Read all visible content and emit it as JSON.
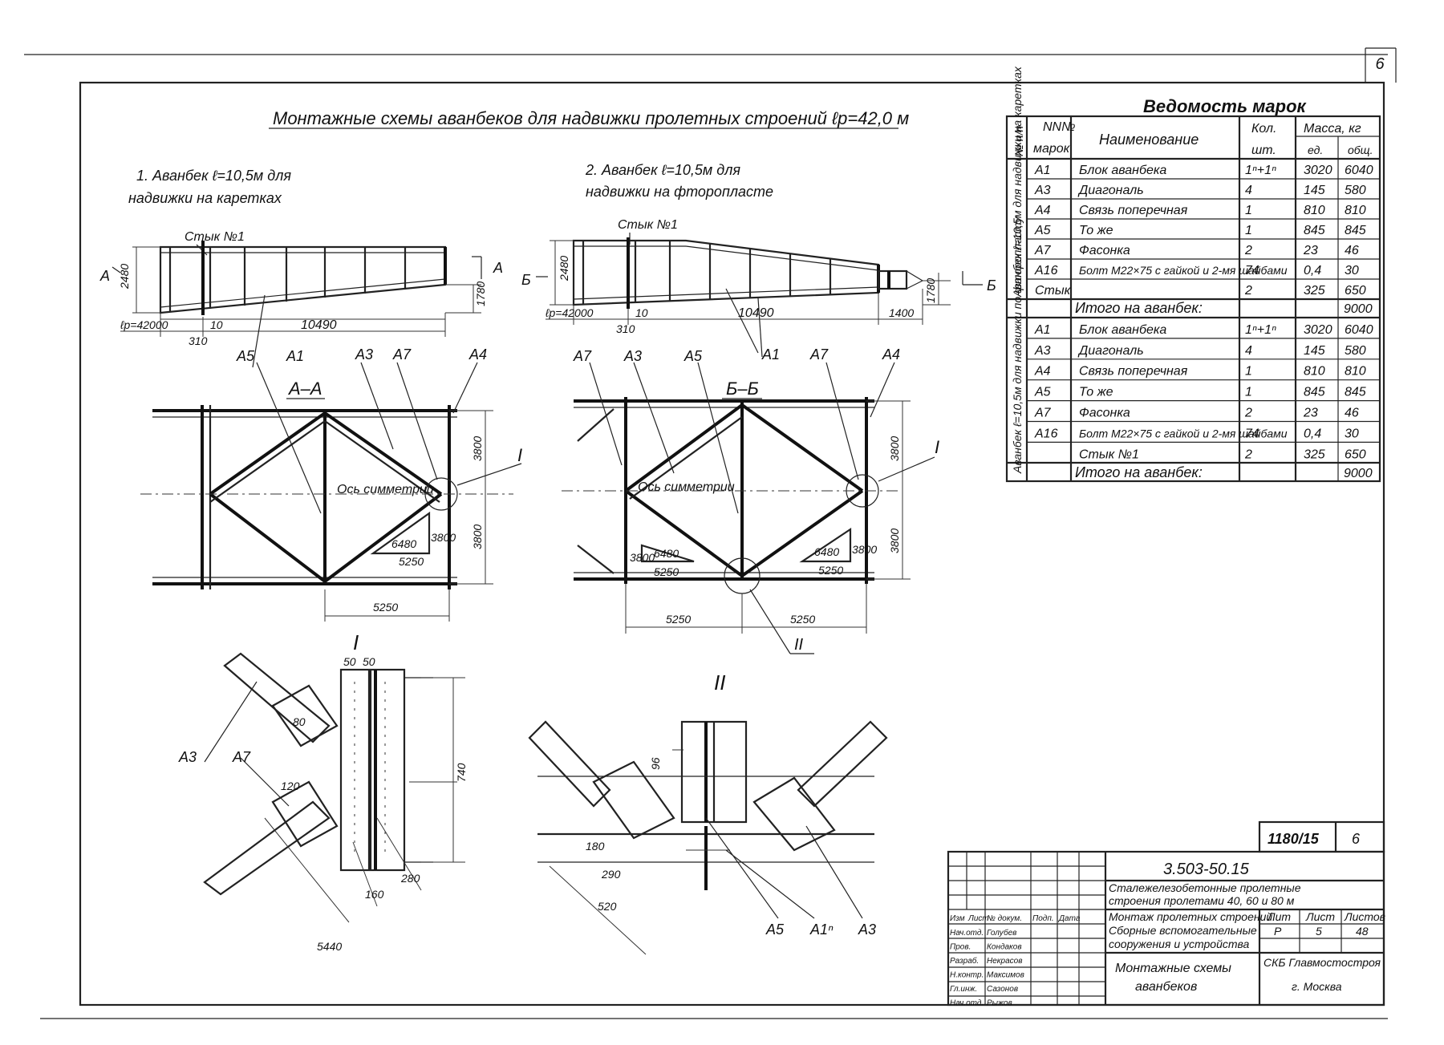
{
  "sheet": {
    "page_number": "6",
    "title": "Монтажные схемы аванбеков для надвижки пролетных строений  ℓp=42,0 м"
  },
  "schemes": {
    "scheme1_title_l1": "1. Аванбек  ℓ=10,5м  для",
    "scheme1_title_l2": "надвижки на каретках",
    "scheme2_title_l1": "2. Аванбек  ℓ=10,5м  для",
    "scheme2_title_l2": "надвижки на фторопласте",
    "joint_label1": "Стык №1",
    "joint_label2": "Стык №1",
    "section_aa": "А–А",
    "section_bb": "Б–Б",
    "axis_label1": "Ось симметрии",
    "axis_label2": "Ось симметрии",
    "detail_I": "I",
    "detail_II": "II"
  },
  "dims": {
    "h2480a": "2480",
    "h2480b": "2480",
    "h1780": "1780",
    "lp1": "ℓp=42000",
    "lp2": "ℓp=42000",
    "d10a": "10",
    "d10b": "10",
    "d310a": "310",
    "d310b": "310",
    "d10490a": "10490",
    "d10490b": "10490",
    "d1400": "1400",
    "d3800a": "3800",
    "d3800b": "3800",
    "d3800c": "3800",
    "d3800d": "3800",
    "d5250a": "5250",
    "d5250b": "5250",
    "d5250c": "5250",
    "tri6480a": "6480",
    "tri3800a": "3800",
    "tri5250a": "5250",
    "tri6480b": "6480",
    "tri3800b": "3800",
    "tri5250b": "5250",
    "tri6480c": "6480",
    "tri3800c": "3800",
    "tri5250c": "5250",
    "det50a": "50",
    "det50b": "50",
    "det740": "740",
    "det120": "120",
    "det80": "80",
    "det160": "160",
    "det280": "280",
    "det5440": "5440",
    "det96": "96",
    "det180": "180",
    "det290": "290",
    "det520": "520"
  },
  "callouts": {
    "A5a": "A5",
    "A1a": "A1",
    "A3a": "A3",
    "A7a": "A7",
    "A4a": "A4",
    "A7b": "A7",
    "A3b": "A3",
    "A5b": "A5",
    "A1b": "A1",
    "A7c": "A7",
    "A4b": "A4",
    "A3c": "A3",
    "A7d": "A7",
    "A5c": "A5",
    "A14": "A1ⁿ",
    "A3d": "A3",
    "secA1": "А",
    "secA2": "А",
    "secB1": "Б",
    "secB2": "Б",
    "I1": "I",
    "I2": "I",
    "II1": "II"
  },
  "marks_table": {
    "title": "Ведомость марок",
    "headers": {
      "num_l1": "NN№",
      "num_l2": "марок",
      "name": "Наименование",
      "qty_l1": "Кол.",
      "qty_l2": "шт.",
      "mass": "Масса, кг",
      "mass_one": "ед.",
      "mass_total": "общ."
    },
    "side_header": "№ п/п",
    "group1_label": "Аванбек ℓ=10,5м для надвижки на каретках",
    "group2_label": "Аванбек ℓ=10,5м для надвижки по фторопласту",
    "group1_rows": [
      {
        "mark": "A1",
        "name": "Блок аванбека",
        "qty": "1ⁿ+1ⁿ",
        "one": "3020",
        "total": "6040"
      },
      {
        "mark": "A3",
        "name": "Диагональ",
        "qty": "4",
        "one": "145",
        "total": "580"
      },
      {
        "mark": "A4",
        "name": "Связь поперечная",
        "qty": "1",
        "one": "810",
        "total": "810"
      },
      {
        "mark": "A5",
        "name": "То же",
        "qty": "1",
        "one": "845",
        "total": "845"
      },
      {
        "mark": "A7",
        "name": "Фасонка",
        "qty": "2",
        "one": "23",
        "total": "46"
      },
      {
        "mark": "A16",
        "name": "Болт М22×75 с гайкой и 2-мя шайбами",
        "qty": "74",
        "one": "0,4",
        "total": "30"
      },
      {
        "mark": "Стык",
        "name": "",
        "qty": "2",
        "one": "325",
        "total": "650"
      }
    ],
    "group1_total": "Итого на аванбек:",
    "group1_total_val": "9000",
    "group2_rows": [
      {
        "mark": "A1",
        "name": "Блок аванбека",
        "qty": "1ⁿ+1ⁿ",
        "one": "3020",
        "total": "6040"
      },
      {
        "mark": "A3",
        "name": "Диагональ",
        "qty": "4",
        "one": "145",
        "total": "580"
      },
      {
        "mark": "A4",
        "name": "Связь поперечная",
        "qty": "1",
        "one": "810",
        "total": "810"
      },
      {
        "mark": "A5",
        "name": "То же",
        "qty": "1",
        "one": "845",
        "total": "845"
      },
      {
        "mark": "A7",
        "name": "Фасонка",
        "qty": "2",
        "one": "23",
        "total": "46"
      },
      {
        "mark": "A16",
        "name": "Болт М22×75 с гайкой и 2-мя шайбами",
        "qty": "74",
        "one": "0,4",
        "total": "30"
      },
      {
        "mark": "",
        "name": "Стык №1",
        "qty": "2",
        "one": "325",
        "total": "650"
      }
    ],
    "group2_total": "Итого на аванбек:",
    "group2_total_val": "9000"
  },
  "title_block": {
    "sheet_code": "1180/15",
    "sheet_code_num": "6",
    "doc_code": "3.503-50.15",
    "desc_l1": "Сталежелезобетонные пролетные",
    "desc_l2": "строения пролетами 40, 60 и 80 м",
    "desc2_l1": "Монтаж пролетных строений.",
    "desc2_l2": "Сборные вспомогательные",
    "desc2_l3": "сооружения и устройства",
    "stage_h": "Лит",
    "sheet_h": "Лист",
    "sheets_h": "Листов",
    "stage_v": "Р",
    "sheet_v": "5",
    "sheets_v": "48",
    "name_l1": "Монтажные схемы",
    "name_l2": "аванбеков",
    "org_l1": "СКБ Главмостостроя",
    "org_l2": "г. Москва",
    "col_hdrs": [
      "Изм",
      "Лист",
      "№ докум.",
      "Подп.",
      "Дата"
    ],
    "roles": [
      "Нач.отд.",
      "Пров.",
      "Разраб.",
      "Н.контр.",
      "Гл.инж.",
      "Нач.отд."
    ],
    "names": [
      "Голубев",
      "Кондаков",
      "Некрасов",
      "Максимов",
      "Сазонов",
      "Рыжов"
    ]
  }
}
